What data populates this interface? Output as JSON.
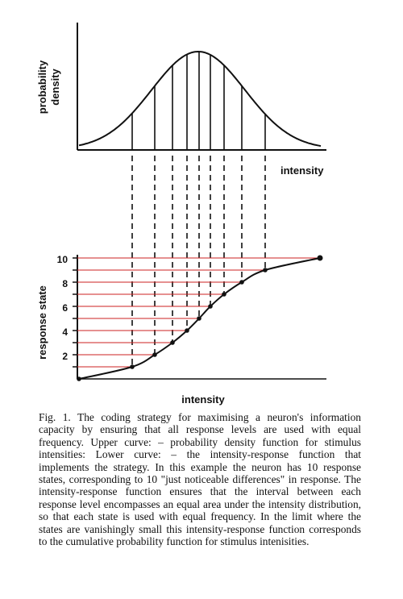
{
  "figure": {
    "upper_plot": {
      "ylabel_line1": "probability",
      "ylabel_line2": "density",
      "xlabel": "intensity"
    },
    "lower_plot": {
      "ylabel": "response state",
      "xlabel": "intensity",
      "y_ticks": [
        "2",
        "4",
        "6",
        "8",
        "10"
      ]
    }
  },
  "chart_data": [
    {
      "type": "area",
      "title": "",
      "xlabel": "intensity",
      "ylabel": "probability density",
      "shape": "bell-shaped",
      "grid": false,
      "x_ticks": [],
      "y_ticks": []
    },
    {
      "type": "line",
      "title": "",
      "xlabel": "intensity",
      "ylabel": "response state",
      "ylim": [
        0,
        10
      ],
      "yticks": [
        2,
        4,
        6,
        8,
        10
      ],
      "states": [
        0,
        1,
        2,
        3,
        4,
        5,
        6,
        7,
        8,
        9,
        10
      ],
      "grid": false,
      "guide_line_color": "#cc2222"
    }
  ],
  "caption": {
    "text": "Fig. 1. The coding strategy for maximising a neuron's information capacity by ensuring that all response levels are used with equal frequency. Upper curve: – probability density function for stimulus intensities: Lower curve: – the intensity-response function that implements the strategy. In this example the neuron has 10 response states, corresponding to 10 \"just noticeable differences\" in response. The intensity-response function ensures that the interval between each response level encompasses an equal area under the intensity distribution, so that each state is used with equal frequency. In the limit where the states are vanishingly small this intensity-response function corresponds to the cumulative probability function for stimulus intenisities."
  }
}
